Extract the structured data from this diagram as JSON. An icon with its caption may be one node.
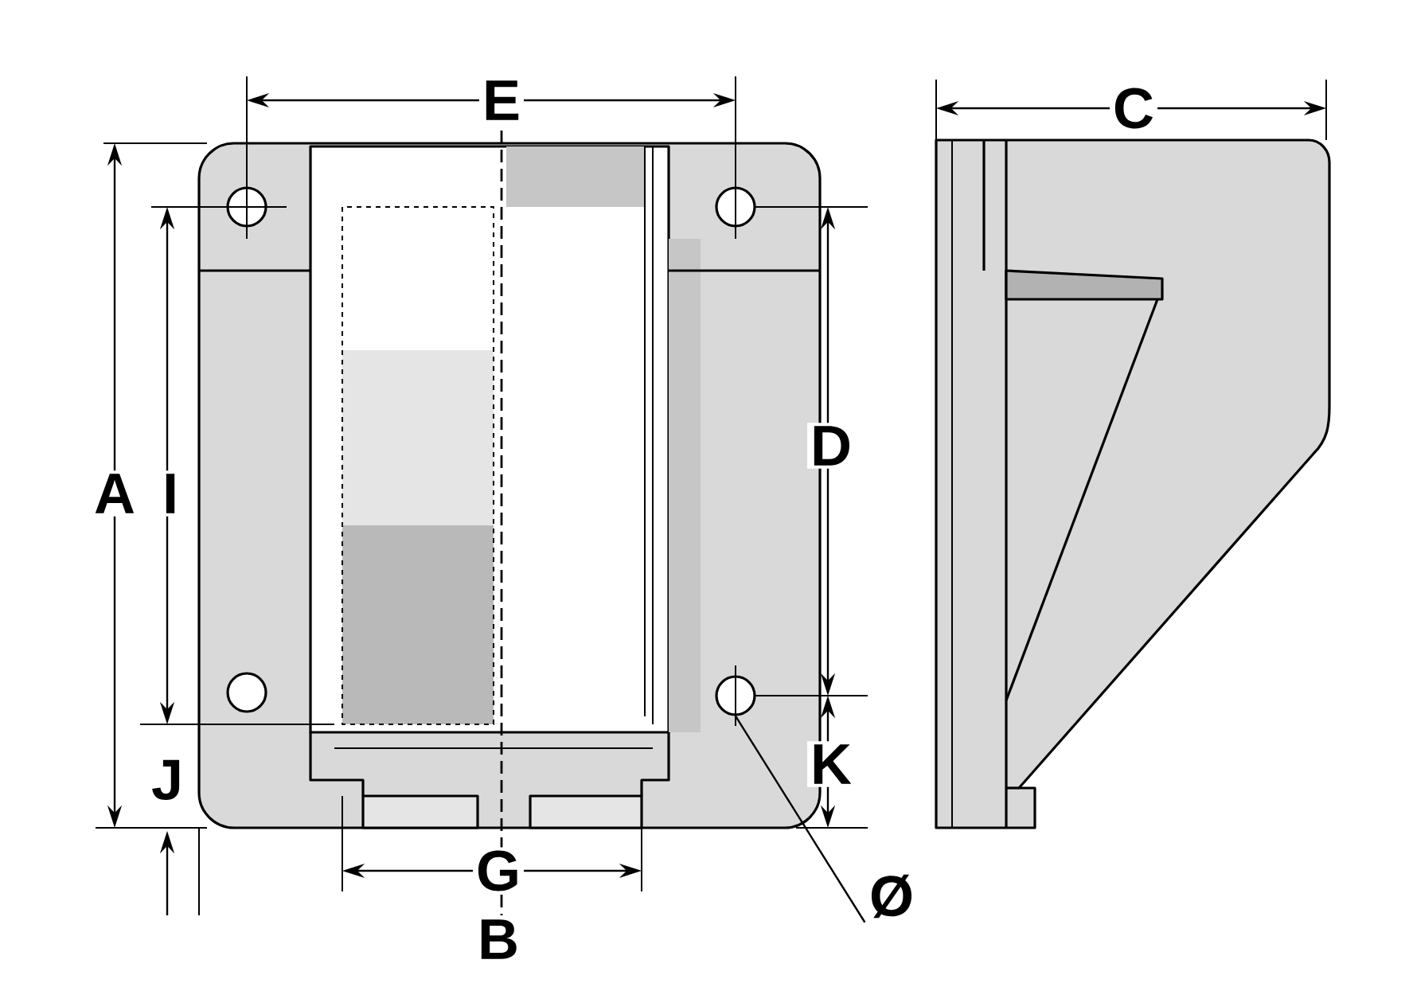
{
  "diagram": {
    "nodes": [
      {
        "text": [
          "Ø"
        ]
      },
      {
        "text": [],
        "shape": "circle"
      }
    ],
    "edges": [
      {
        "from": 0,
        "to": 1,
        "arrow": "none"
      }
    ],
    "labels": [
      "E",
      "C",
      "A",
      "I",
      "D",
      "K",
      "J",
      "G",
      "B"
    ]
  }
}
